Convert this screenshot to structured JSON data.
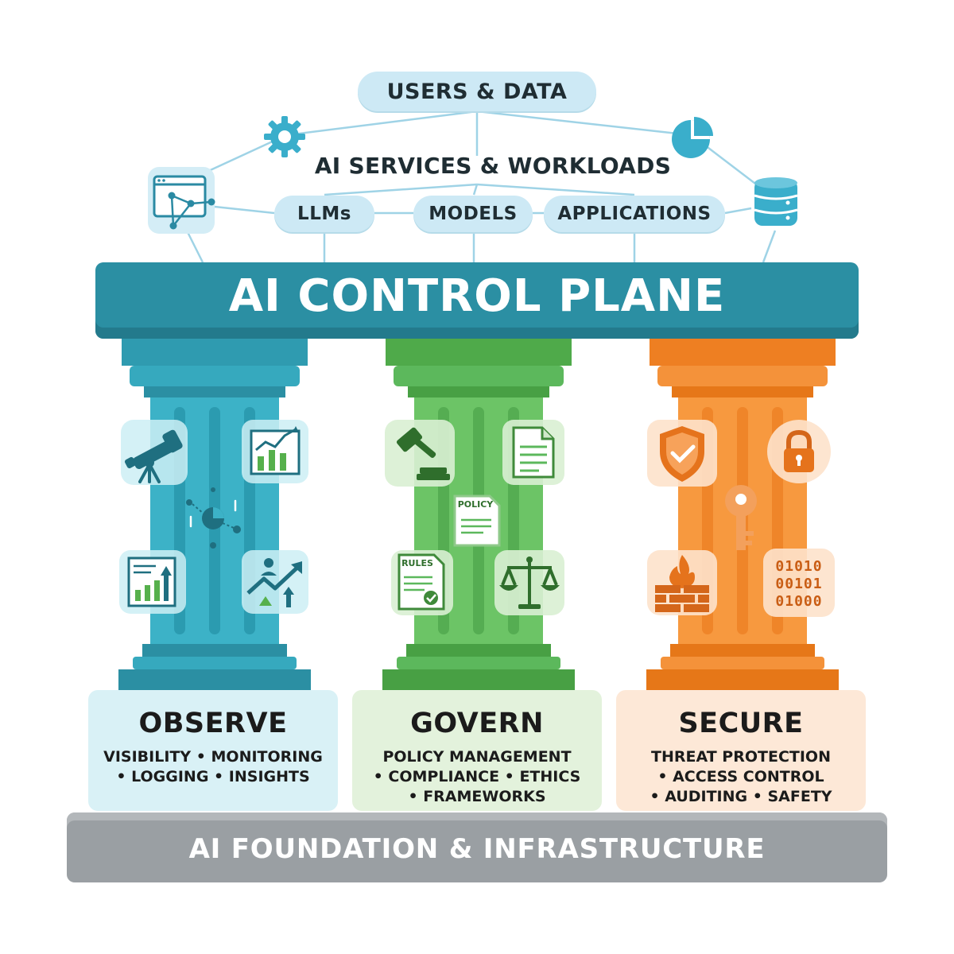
{
  "top": {
    "users_data": "USERS & DATA",
    "services_title": "AI SERVICES & WORKLOADS",
    "pills": [
      "LLMs",
      "MODELS",
      "APPLICATIONS"
    ]
  },
  "control_plane": {
    "title": "AI CONTROL PLANE"
  },
  "pillars": [
    {
      "title": "OBSERVE",
      "color": "#2b9fb3",
      "lines": [
        "VISIBILITY • MONITORING",
        "• LOGGING • INSIGHTS"
      ],
      "icons": [
        "telescope-icon",
        "bar-chart-icon",
        "network-icon",
        "report-chart-icon",
        "trend-up-icon"
      ]
    },
    {
      "title": "GOVERN",
      "color": "#5cb85c",
      "lines": [
        "POLICY MANAGEMENT",
        "• COMPLIANCE • ETHICS",
        "• FRAMEWORKS"
      ],
      "icons": [
        "gavel-icon",
        "document-icon",
        "policy-doc-icon",
        "rules-doc-icon",
        "scales-icon"
      ],
      "icon_labels": {
        "policy": "POLICY",
        "rules": "RULES"
      }
    },
    {
      "title": "SECURE",
      "color": "#f08a2c",
      "lines": [
        "THREAT PROTECTION",
        "• ACCESS CONTROL",
        "• AUDITING • SAFETY"
      ],
      "icons": [
        "shield-check-icon",
        "lock-icon",
        "key-icon",
        "firewall-icon",
        "binary-icon"
      ],
      "binary_text": [
        "01010",
        "00101",
        "01000"
      ]
    }
  ],
  "foundation": {
    "title": "AI FOUNDATION & INFRASTRUCTURE"
  },
  "colors": {
    "teal": "#2b8fa3",
    "green": "#5cb85c",
    "orange": "#f08a2c",
    "gray": "#9a9fa3",
    "pill": "#cde9f5"
  }
}
